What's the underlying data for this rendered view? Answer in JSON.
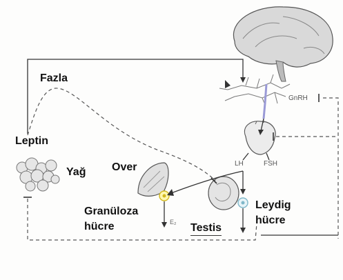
{
  "labels": {
    "fazla": "Fazla",
    "leptin": "Leptin",
    "yag": "Yağ",
    "over": "Over",
    "granuloza": "Granüloza",
    "hucre_left": "hücre",
    "testis": "Testis",
    "leydig": "Leydig",
    "hucre_right": "hücre",
    "gnrh": "GnRH",
    "lh": "LH",
    "fsh": "FSH",
    "e2": "E₂"
  },
  "colors": {
    "stroke": "#333333",
    "dashed": "#555555",
    "accent": "#e8d64a",
    "teal": "#7fb8c9",
    "neuron": "#9a9ad6"
  }
}
